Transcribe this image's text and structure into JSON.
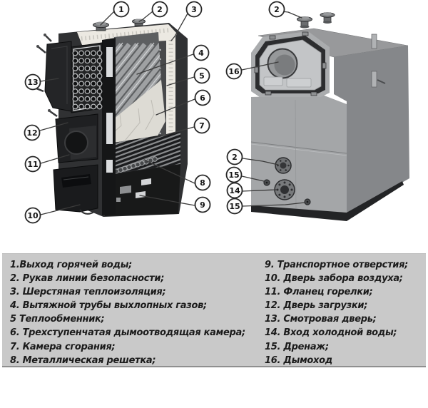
{
  "callouts": {
    "left": [
      "1",
      "2",
      "3",
      "4",
      "5",
      "6",
      "7",
      "8",
      "9",
      "13",
      "12",
      "11",
      "10"
    ],
    "right": [
      "2",
      "16",
      "2",
      "15",
      "14",
      "15"
    ]
  },
  "legend": {
    "left": [
      "1.Выход горячей воды;",
      "2. Рукав линии безопасности;",
      "3. Шерстяная теплоизоляция;",
      "4. Вытяжной трубы выхлопных газов;",
      "5 Теплообменник;",
      "6. Трехступенчатая дымоотводящая камера;",
      "7. Камера сгорания;",
      "8. Металлическая решетка;"
    ],
    "right": [
      "9. Транспортное отверстия;",
      "10. Дверь забора воздуха;",
      "11. Фланец горелки;",
      "12. Дверь загрузки;",
      "13. Смотровая дверь;",
      "14. Вход холодной воды;",
      "15. Дренаж;",
      "16. Дымоход"
    ]
  },
  "colors": {
    "legend_bg": "#c9c9c9",
    "legend_text": "#1b1b1b",
    "casing_dark": "#303133",
    "body_gray": "#a4a6a8",
    "insulation_white": "#ece9e2",
    "callout_stroke": "#272727"
  }
}
